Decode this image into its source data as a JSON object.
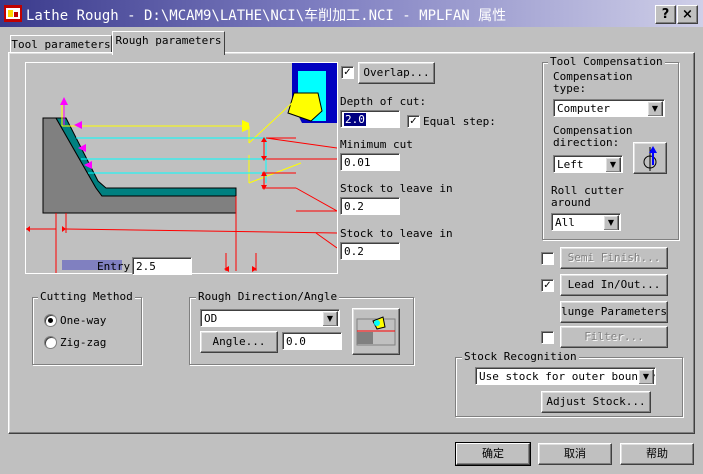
{
  "window": {
    "title": "Lathe Rough - D:\\MCAM9\\LATHE\\NCI\\车削加工.NCI - MPLFAN 属性",
    "help_button": "?",
    "close_button": "×"
  },
  "tabs": [
    {
      "label": "Tool parameters",
      "active": false
    },
    {
      "label": "Rough parameters",
      "active": true
    }
  ],
  "overlap": {
    "checked": true,
    "button_label": "Overlap..."
  },
  "depth_of_cut": {
    "label": "Depth of cut:",
    "value": "2.0",
    "equal_step_label": "Equal step:",
    "equal_step_checked": true
  },
  "minimum_cut": {
    "label": "Minimum cut",
    "value": "0.01"
  },
  "stock_x": {
    "label": "Stock to leave in",
    "value": "0.2"
  },
  "stock_z": {
    "label": "Stock to leave in",
    "value": "0.2"
  },
  "entry": {
    "label": "Entry",
    "value": "2.5"
  },
  "tool_compensation": {
    "group_label": "Tool Compensation",
    "type_label": "Compensation type:",
    "type_value": "Computer",
    "direction_label": "Compensation direction:",
    "direction_value": "Left",
    "roll_label": "Roll cutter around",
    "roll_value": "All"
  },
  "semi_finish": {
    "checked": false,
    "label": "Semi Finish..."
  },
  "lead_in_out": {
    "checked": true,
    "label": "Lead In/Out..."
  },
  "plunge": {
    "label": "lunge Parameters.."
  },
  "filter": {
    "checked": false,
    "label": "Filter..."
  },
  "cutting_method": {
    "group_label": "Cutting Method",
    "options": [
      {
        "label": "One-way",
        "selected": true
      },
      {
        "label": "Zig-zag",
        "selected": false
      }
    ]
  },
  "rough_direction": {
    "group_label": "Rough Direction/Angle",
    "direction_value": "OD",
    "angle_label": "Angle...",
    "angle_value": "0.0"
  },
  "stock_recognition": {
    "group_label": "Stock Recognition",
    "value": "Use stock for outer boundar",
    "adjust_label": "Adjust Stock..."
  },
  "footer": {
    "ok": "确定",
    "cancel": "取消",
    "help": "帮助"
  },
  "colors": {
    "preview_bg": "#c0c0c0",
    "accent_cyan": "#00ffff",
    "tool_yellow": "#ffff00",
    "dim_red": "#ff0000",
    "arrow_magenta": "#ff00ff",
    "title_blue": "#3a3a8c"
  }
}
